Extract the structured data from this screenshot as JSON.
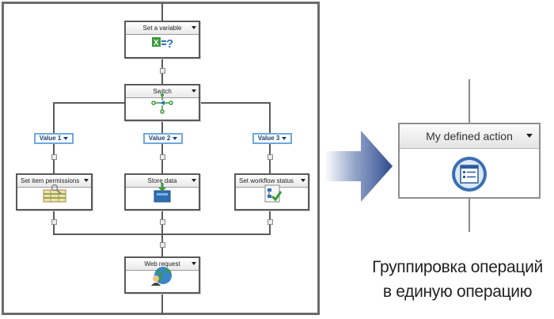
{
  "diagram": {
    "actions": {
      "set_variable": "Set a variable",
      "switch": "Switch",
      "set_item_permissions": "Set item permissions",
      "store_data": "Store data",
      "set_workflow_status": "Set workflow status",
      "web_request": "Web request"
    },
    "values": [
      "Value 1",
      "Value 2",
      "Value 3"
    ]
  },
  "grouped_action": {
    "title": "My defined action"
  },
  "caption": {
    "line1": "Группировка операций",
    "line2": "в единую операцию"
  },
  "colors": {
    "arrow": "#3a5a9c",
    "value_border": "#6fa8dc",
    "frame": "#6b6b6b"
  }
}
